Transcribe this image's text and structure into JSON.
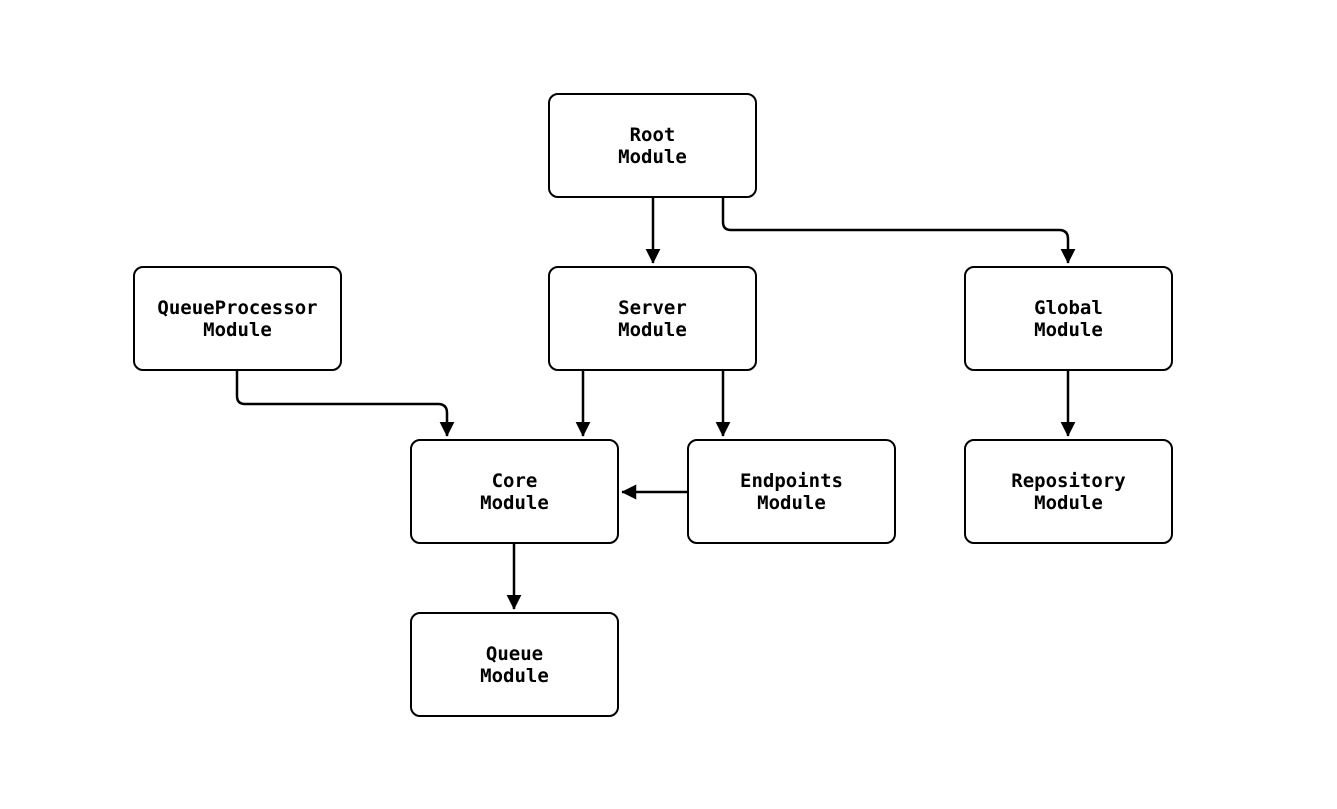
{
  "diagram": {
    "type": "flowchart",
    "colors": {
      "background": "#ffffff",
      "node_fill": "#ffffff",
      "node_border": "#000000",
      "text": "#000000",
      "connector": "#000000"
    },
    "nodes": {
      "root": {
        "label": "Root\nModule"
      },
      "queueprocessor": {
        "label": "QueueProcessor\nModule"
      },
      "server": {
        "label": "Server\nModule"
      },
      "global": {
        "label": "Global\nModule"
      },
      "core": {
        "label": "Core\nModule"
      },
      "endpoints": {
        "label": "Endpoints\nModule"
      },
      "repository": {
        "label": "Repository\nModule"
      },
      "queue": {
        "label": "Queue\nModule"
      }
    },
    "edges": [
      {
        "from": "root",
        "to": "server"
      },
      {
        "from": "root",
        "to": "global"
      },
      {
        "from": "queueprocessor",
        "to": "core"
      },
      {
        "from": "server",
        "to": "core"
      },
      {
        "from": "server",
        "to": "endpoints"
      },
      {
        "from": "endpoints",
        "to": "core"
      },
      {
        "from": "global",
        "to": "repository"
      },
      {
        "from": "core",
        "to": "queue"
      }
    ]
  }
}
